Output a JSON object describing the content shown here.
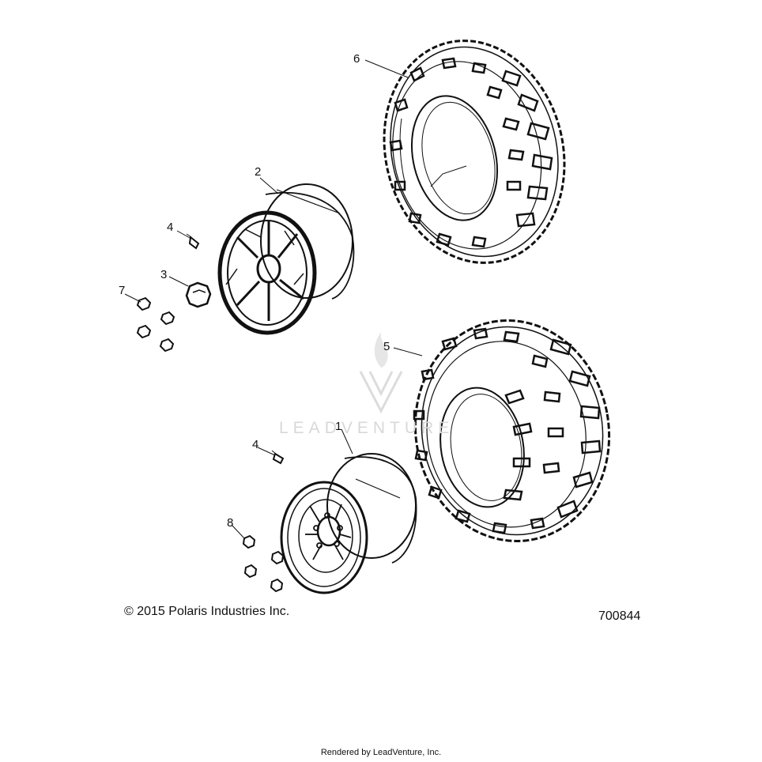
{
  "diagram": {
    "callouts": [
      {
        "id": "c6",
        "label": "6"
      },
      {
        "id": "c2",
        "label": "2"
      },
      {
        "id": "c4a",
        "label": "4"
      },
      {
        "id": "c3",
        "label": "3"
      },
      {
        "id": "c7",
        "label": "7"
      },
      {
        "id": "c5",
        "label": "5"
      },
      {
        "id": "c1",
        "label": "1"
      },
      {
        "id": "c4b",
        "label": "4"
      },
      {
        "id": "c8",
        "label": "8"
      }
    ],
    "copyright": "© 2015 Polaris Industries Inc.",
    "drawing_number": "700844",
    "rendered_by": "Rendered by LeadVenture, Inc.",
    "watermark": "LEADVENTURE"
  },
  "colors": {
    "line": "#111111",
    "watermark": "#d8d8d8",
    "background": "#ffffff"
  }
}
